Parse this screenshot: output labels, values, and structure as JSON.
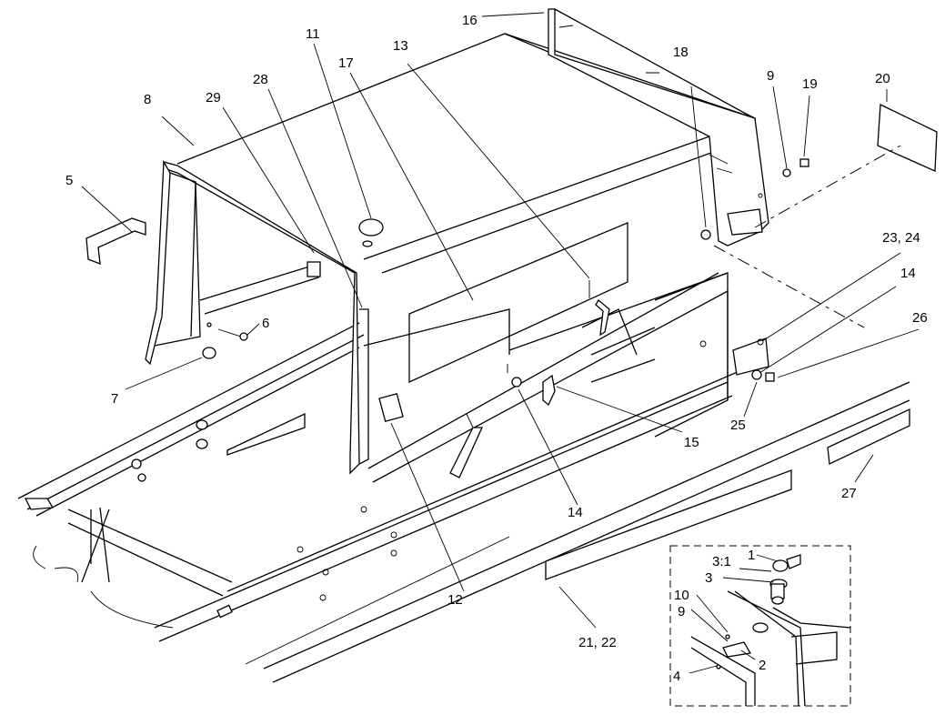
{
  "callouts": {
    "c1": "1",
    "c2": "2",
    "c3": "3",
    "c3_1": "3:1",
    "c4": "4",
    "c5": "5",
    "c6": "6",
    "c7": "7",
    "c8": "8",
    "c9_top": "9",
    "c9_inset": "9",
    "c10": "10",
    "c11": "11",
    "c12": "12",
    "c13": "13",
    "c14_right": "14",
    "c14_bottom": "14",
    "c15": "15",
    "c16": "16",
    "c17": "17",
    "c18": "18",
    "c19": "19",
    "c20": "20",
    "c21_22": "21, 22",
    "c23_24": "23, 24",
    "c25": "25",
    "c26": "26",
    "c27": "27",
    "c28": "28",
    "c29": "29"
  }
}
